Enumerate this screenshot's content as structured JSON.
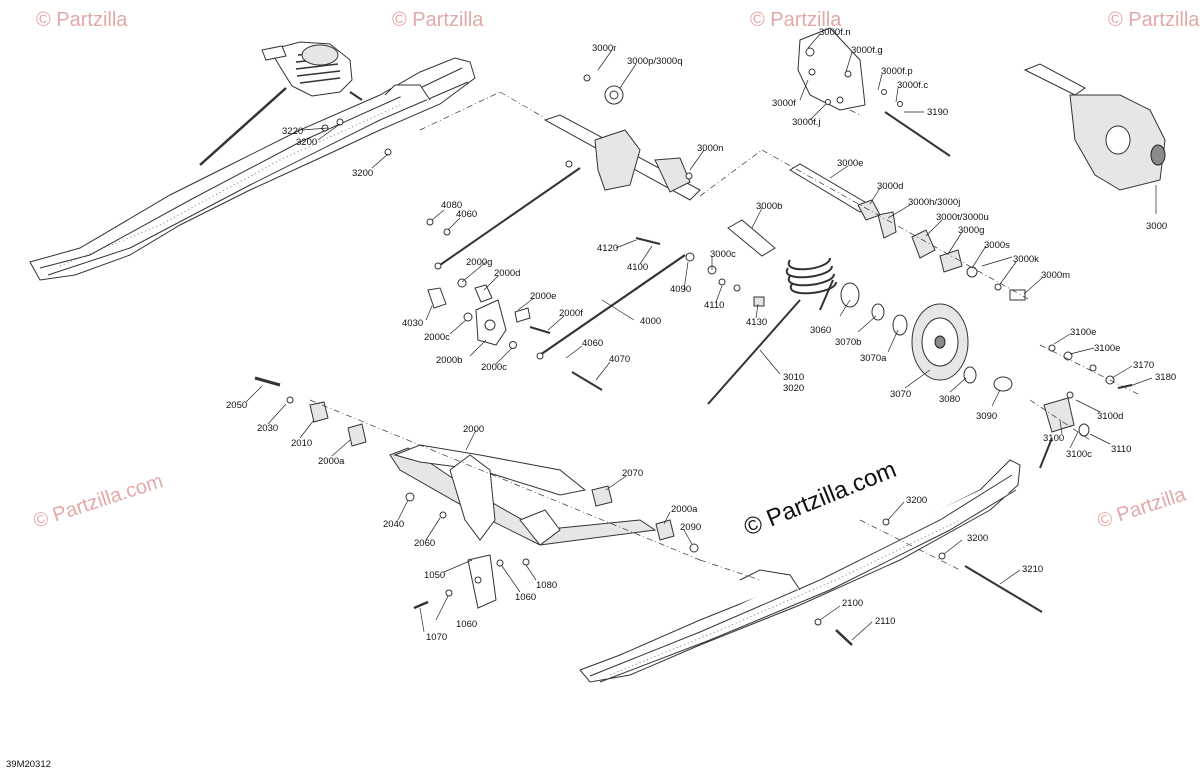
{
  "diagram": {
    "document_id": "39M20312",
    "watermark_small": "© Partzilla",
    "watermark_mid": "© Partzilla.com",
    "watermark_main": "© Partzilla.com",
    "callouts": {
      "c3000r": "3000r",
      "c3000pq": "3000p/3000q",
      "c3000fn": "3000f.n",
      "c3000fg": "3000f.g",
      "c3000fp": "3000f.p",
      "c3000fc": "3000f.c",
      "c3000f": "3000f",
      "c3000fj": "3000f.j",
      "c3190": "3190",
      "c3000n": "3000n",
      "c3000e": "3000e",
      "c3000d": "3000d",
      "c3000b": "3000b",
      "c3000hj": "3000h/3000j",
      "c3000tu": "3000t/3000u",
      "c3000g": "3000g",
      "c3000s": "3000s",
      "c3000k": "3000k",
      "c3000m": "3000m",
      "c3000c": "3000c",
      "c3000": "3000",
      "c3220": "3220",
      "c3200a": "3200",
      "c3200b": "3200",
      "c4080": "4080",
      "c4060a": "4060",
      "c4120": "4120",
      "c4100": "4100",
      "c4090": "4090",
      "c4110": "4110",
      "c4130": "4130",
      "c2000g": "2000g",
      "c2000d": "2000d",
      "c2000e": "2000e",
      "c2000f": "2000f",
      "c4000": "4000",
      "c4030": "4030",
      "c2000c_a": "2000c",
      "c2000b": "2000b",
      "c2000c_b": "2000c",
      "c4060b": "4060",
      "c4070": "4070",
      "c3010": "3010",
      "c3020": "3020",
      "c3060": "3060",
      "c3070b": "3070b",
      "c3070a": "3070a",
      "c3070": "3070",
      "c3080": "3080",
      "c3090": "3090",
      "c3100e_a": "3100e",
      "c3100e_b": "3100e",
      "c3170": "3170",
      "c3180": "3180",
      "c3100d": "3100d",
      "c3100": "3100",
      "c3100c": "3100c",
      "c3110": "3110",
      "c2050": "2050",
      "c2030": "2030",
      "c2010": "2010",
      "c2000a_a": "2000a",
      "c2000": "2000",
      "c2070": "2070",
      "c2000a_b": "2000a",
      "c2090": "2090",
      "c2040": "2040",
      "c2060": "2060",
      "c1050": "1050",
      "c1080": "1080",
      "c1060a": "1060",
      "c1060b": "1060",
      "c1070": "1070",
      "c3200c": "3200",
      "c3200d": "3200",
      "c3210": "3210",
      "c2100": "2100",
      "c2110": "2110"
    }
  }
}
